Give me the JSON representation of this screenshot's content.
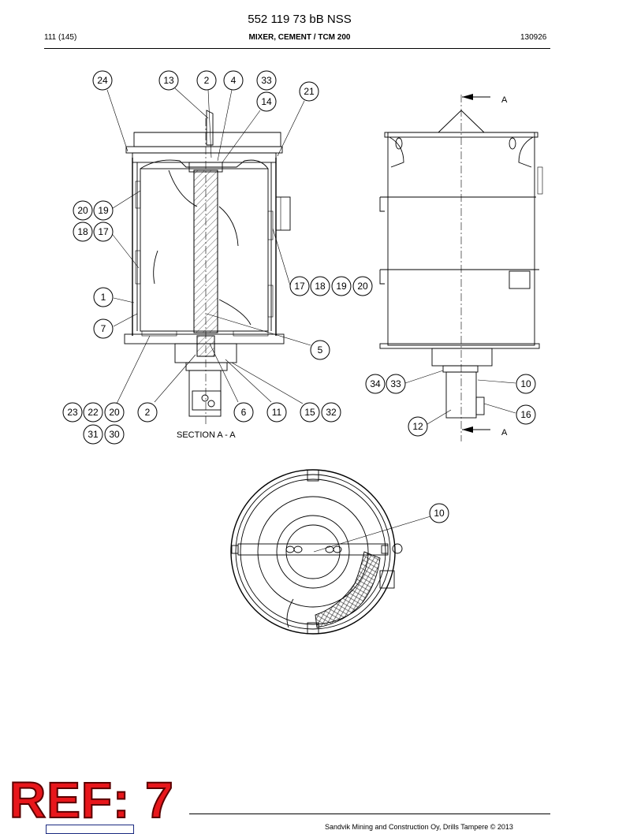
{
  "header": {
    "title": "552 119 73 bB NSS",
    "page": "111 (145)",
    "subtitle": "MIXER, CEMENT / TCM 200",
    "date": "130926"
  },
  "section_view": {
    "label": "SECTION A - A",
    "callouts": [
      "24",
      "13",
      "2",
      "4",
      "33",
      "14",
      "21",
      "20",
      "19",
      "18",
      "17",
      "1",
      "7",
      "5",
      "17",
      "18",
      "19",
      "20",
      "23",
      "22",
      "20",
      "31",
      "30",
      "2",
      "6",
      "11",
      "15",
      "32"
    ]
  },
  "side_view": {
    "section_marker_top": "A",
    "section_marker_bottom": "A",
    "callouts": [
      "34",
      "33",
      "10",
      "16",
      "12"
    ]
  },
  "top_view": {
    "callouts": [
      "10"
    ]
  },
  "stamp": {
    "text": "REF: 7",
    "color": "#e8161b"
  },
  "footer": {
    "copyright": "Sandvik Mining and Construction Oy, Drills Tampere © 2013"
  }
}
